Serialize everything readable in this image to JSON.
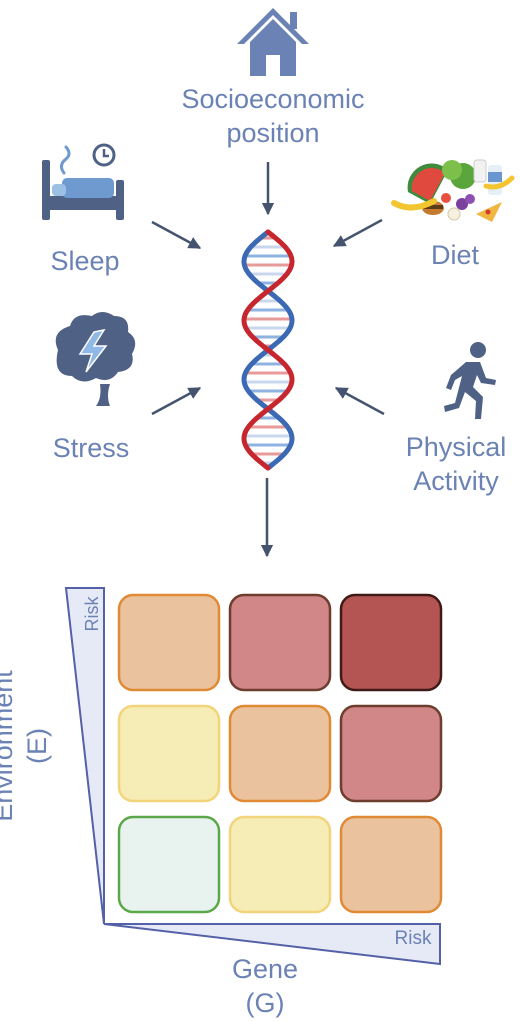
{
  "factors": {
    "socioeconomic": {
      "line1": "Socioeconomic",
      "line2": "position",
      "icon": "house-icon"
    },
    "sleep": {
      "label": "Sleep",
      "icon": "bed-clock-icon"
    },
    "diet": {
      "label": "Diet",
      "icon": "food-icon"
    },
    "stress": {
      "label": "Stress",
      "icon": "brain-lightning-icon"
    },
    "activity": {
      "line1": "Physical",
      "line2": "Activity",
      "icon": "running-person-icon"
    }
  },
  "center": {
    "icon": "dna-icon"
  },
  "grid": {
    "y_axis": {
      "line1": "Environment",
      "line2": "(E)",
      "risk_label": "Risk"
    },
    "x_axis": {
      "line1": "Gene",
      "line2": "(G)",
      "risk_label": "Risk"
    },
    "cells": [
      [
        "moderate",
        "high",
        "very-high"
      ],
      [
        "low-moderate",
        "moderate",
        "high"
      ],
      [
        "low",
        "low-moderate",
        "moderate"
      ]
    ]
  },
  "colors": {
    "label_text": "#6b82b5",
    "arrow": "#44546f",
    "icon_slate": "#4f6184",
    "axis_fill": "#e6e9f6",
    "axis_stroke": "#5460a8",
    "dna_red": "#c6262e",
    "dna_blue": "#3c69b3"
  }
}
